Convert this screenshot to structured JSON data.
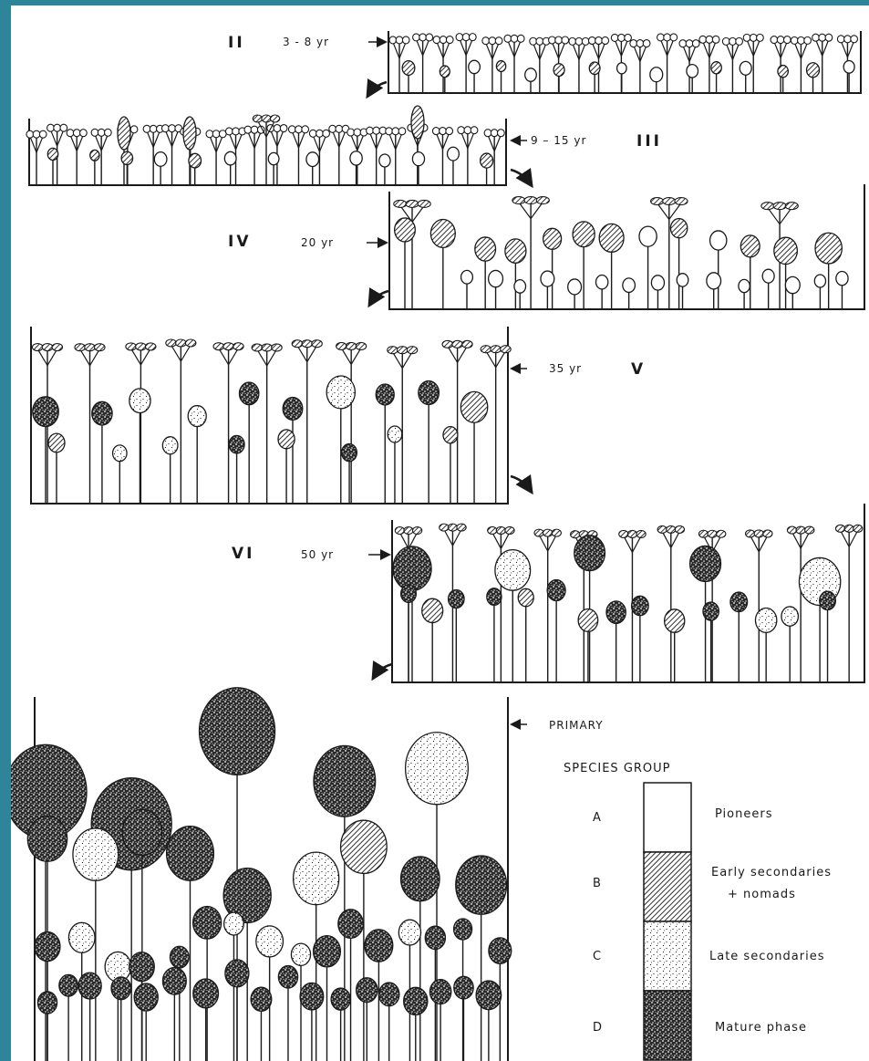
{
  "stages": [
    {
      "roman": "II",
      "age": "3 - 8 yr"
    },
    {
      "roman": "III",
      "age": "9 – 15 yr"
    },
    {
      "roman": "IV",
      "age": "20 yr"
    },
    {
      "roman": "V",
      "age": "35 yr"
    },
    {
      "roman": "VI",
      "age": "50 yr"
    },
    {
      "age": "PRIMARY"
    }
  ],
  "legend": {
    "title": "SPECIES GROUP",
    "groups": [
      {
        "letter": "A",
        "label": "Pioneers",
        "pattern": "blank"
      },
      {
        "letter": "B",
        "label_line1": "Early secondaries",
        "label_line2": "+ nomads",
        "pattern": "hatched"
      },
      {
        "letter": "C",
        "label": "Late secondaries",
        "pattern": "stippled"
      },
      {
        "letter": "D",
        "label": "Mature phase",
        "pattern": "dense-speckled"
      }
    ]
  },
  "colors": {
    "background": "#2e8499",
    "ink": "#1a1a1a",
    "paper": "#ffffff"
  }
}
